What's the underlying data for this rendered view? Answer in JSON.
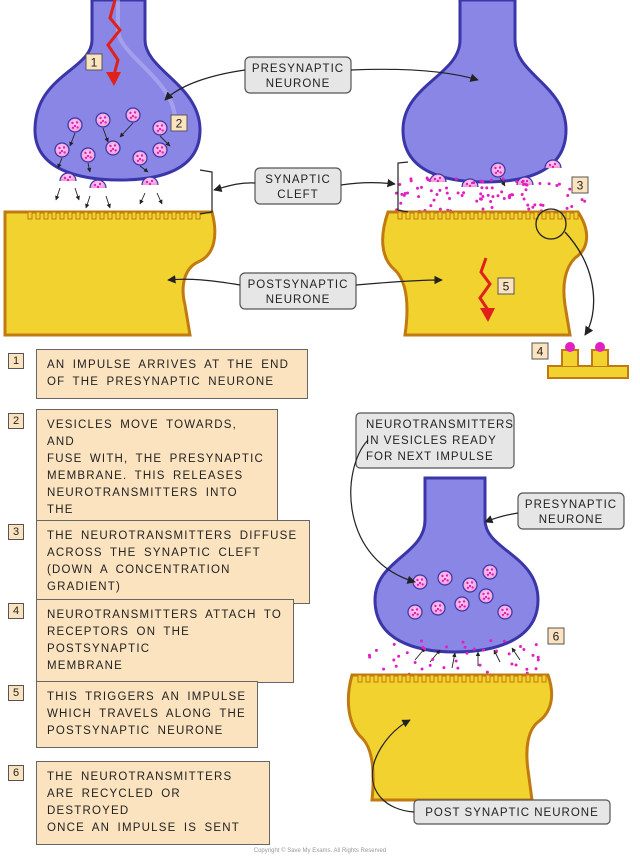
{
  "labels": {
    "presynaptic_top": [
      "PRESYNAPTIC",
      "NEURONE"
    ],
    "synaptic_cleft": [
      "SYNAPTIC",
      "CLEFT"
    ],
    "postsynaptic_top": [
      "POSTSYNAPTIC",
      "NEURONE"
    ],
    "ready_vesicles": [
      "NEUROTRANSMITTERS",
      "IN VESICLES READY",
      "FOR NEXT IMPULSE"
    ],
    "presynaptic_bottom": [
      "PRESYNAPTIC",
      "NEURONE"
    ],
    "post_synaptic_neurone": "POST SYNAPTIC NEURONE"
  },
  "diagram_numbers": [
    "1",
    "2",
    "3",
    "4",
    "5",
    "6"
  ],
  "steps": [
    {
      "num": "1",
      "text": "AN IMPULSE ARRIVES AT THE END\nOF THE PRESYNAPTIC NEURONE"
    },
    {
      "num": "2",
      "text": "VESICLES MOVE TOWARDS, AND\nFUSE WITH, THE PRESYNAPTIC\nMEMBRANE. THIS RELEASES\nNEUROTRANSMITTERS INTO THE\nSYNAPTIC CLEFT"
    },
    {
      "num": "3",
      "text": "THE NEUROTRANSMITTERS DIFFUSE\nACROSS THE SYNAPTIC CLEFT\n(DOWN A CONCENTRATION GRADIENT)"
    },
    {
      "num": "4",
      "text": "NEUROTRANSMITTERS ATTACH TO\nRECEPTORS ON THE POSTSYNAPTIC\nMEMBRANE"
    },
    {
      "num": "5",
      "text": "THIS TRIGGERS AN IMPULSE\nWHICH TRAVELS ALONG THE\nPOSTSYNAPTIC NEURONE"
    },
    {
      "num": "6",
      "text": "THE NEUROTRANSMITTERS\nARE RECYCLED OR DESTROYED\nONCE AN IMPULSE IS SENT"
    }
  ],
  "copyright": "Copyright © Save My Exams. All Rights Reserved",
  "colors": {
    "presynaptic_fill": "#8a86e6",
    "presynaptic_stroke": "#3a36a8",
    "postsynaptic_fill": "#f2d22e",
    "postsynaptic_stroke": "#c07a10",
    "neurotransmitter": "#e21fc0",
    "impulse_arrow": "#e0201a",
    "box_fill": "#fbe3c0"
  }
}
